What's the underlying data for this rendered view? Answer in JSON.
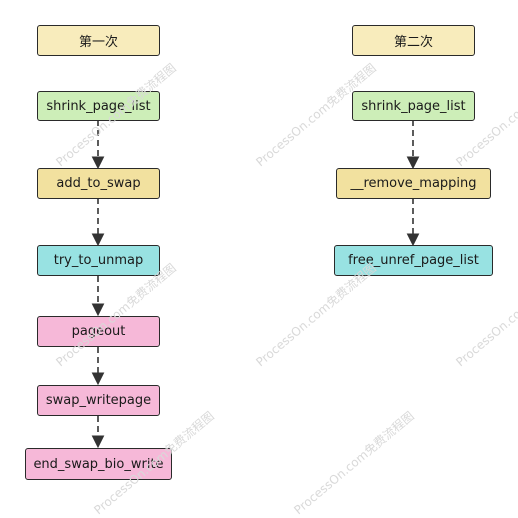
{
  "diagram": {
    "left": {
      "header": "第一次",
      "steps": [
        "shrink_page_list",
        "add_to_swap",
        "try_to_unmap",
        "pageout",
        "swap_writepage",
        "end_swap_bio_write"
      ]
    },
    "right": {
      "header": "第二次",
      "steps": [
        "shrink_page_list",
        "__remove_mapping",
        "free_unref_page_list"
      ]
    }
  },
  "watermark": "ProcessOn.com免费流程图",
  "colors": {
    "header": "#f8ecbc",
    "green": "#cdeeb8",
    "gold": "#f2e19f",
    "cyan": "#98e2e2",
    "pink": "#f6b8d8",
    "border": "#2a2a2a",
    "edge": "#333333",
    "watermark": "#d9d9d9"
  }
}
